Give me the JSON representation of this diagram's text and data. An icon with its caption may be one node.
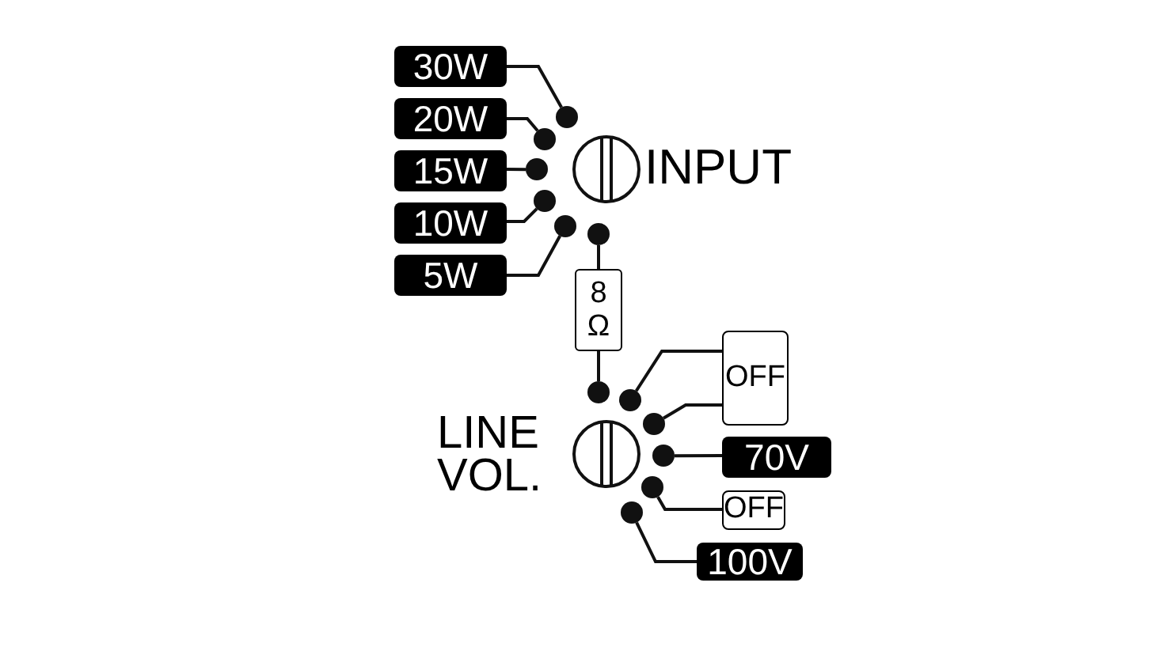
{
  "diagram": {
    "nodes": [
      {
        "text": [
          "30W"
        ]
      },
      {
        "text": [
          "20W"
        ]
      },
      {
        "text": [
          "15W"
        ]
      },
      {
        "text": [
          "10W"
        ]
      },
      {
        "text": [
          "5W"
        ]
      },
      {
        "text": [],
        "shape": "circle"
      },
      {
        "text": [],
        "shape": "circle"
      },
      {
        "text": [],
        "shape": "circle"
      },
      {
        "text": [],
        "shape": "circle"
      },
      {
        "text": [],
        "shape": "circle"
      },
      {
        "text": [],
        "shape": "knob",
        "beside": [
          "INPUT"
        ]
      },
      {
        "text": [],
        "shape": "circle"
      },
      {
        "text": [
          "8 Ω"
        ]
      },
      {
        "text": [],
        "shape": "circle"
      },
      {
        "text": [],
        "shape": "knob",
        "beside": [
          "LINE VOL."
        ]
      },
      {
        "text": [],
        "shape": "circle"
      },
      {
        "text": [],
        "shape": "circle"
      },
      {
        "text": [],
        "shape": "circle"
      },
      {
        "text": [],
        "shape": "circle"
      },
      {
        "text": [],
        "shape": "circle"
      },
      {
        "text": [
          "OFF"
        ]
      },
      {
        "text": [
          "70V"
        ]
      },
      {
        "text": [
          "OFF"
        ]
      },
      {
        "text": [
          "100V"
        ]
      }
    ],
    "edges": [
      {
        "from": 0,
        "to": 5,
        "arrow": "none"
      },
      {
        "from": 1,
        "to": 6,
        "arrow": "none"
      },
      {
        "from": 2,
        "to": 7,
        "arrow": "none"
      },
      {
        "from": 3,
        "to": 8,
        "arrow": "none"
      },
      {
        "from": 4,
        "to": 9,
        "arrow": "none"
      },
      {
        "from": 11,
        "to": 12,
        "arrow": "none"
      },
      {
        "from": 12,
        "to": 13,
        "arrow": "none"
      },
      {
        "from": 15,
        "to": 20,
        "arrow": "none"
      },
      {
        "from": 16,
        "to": 20,
        "arrow": "none"
      },
      {
        "from": 17,
        "to": 21,
        "arrow": "none"
      },
      {
        "from": 18,
        "to": 22,
        "arrow": "none"
      },
      {
        "from": 19,
        "to": 23,
        "arrow": "none"
      }
    ]
  }
}
